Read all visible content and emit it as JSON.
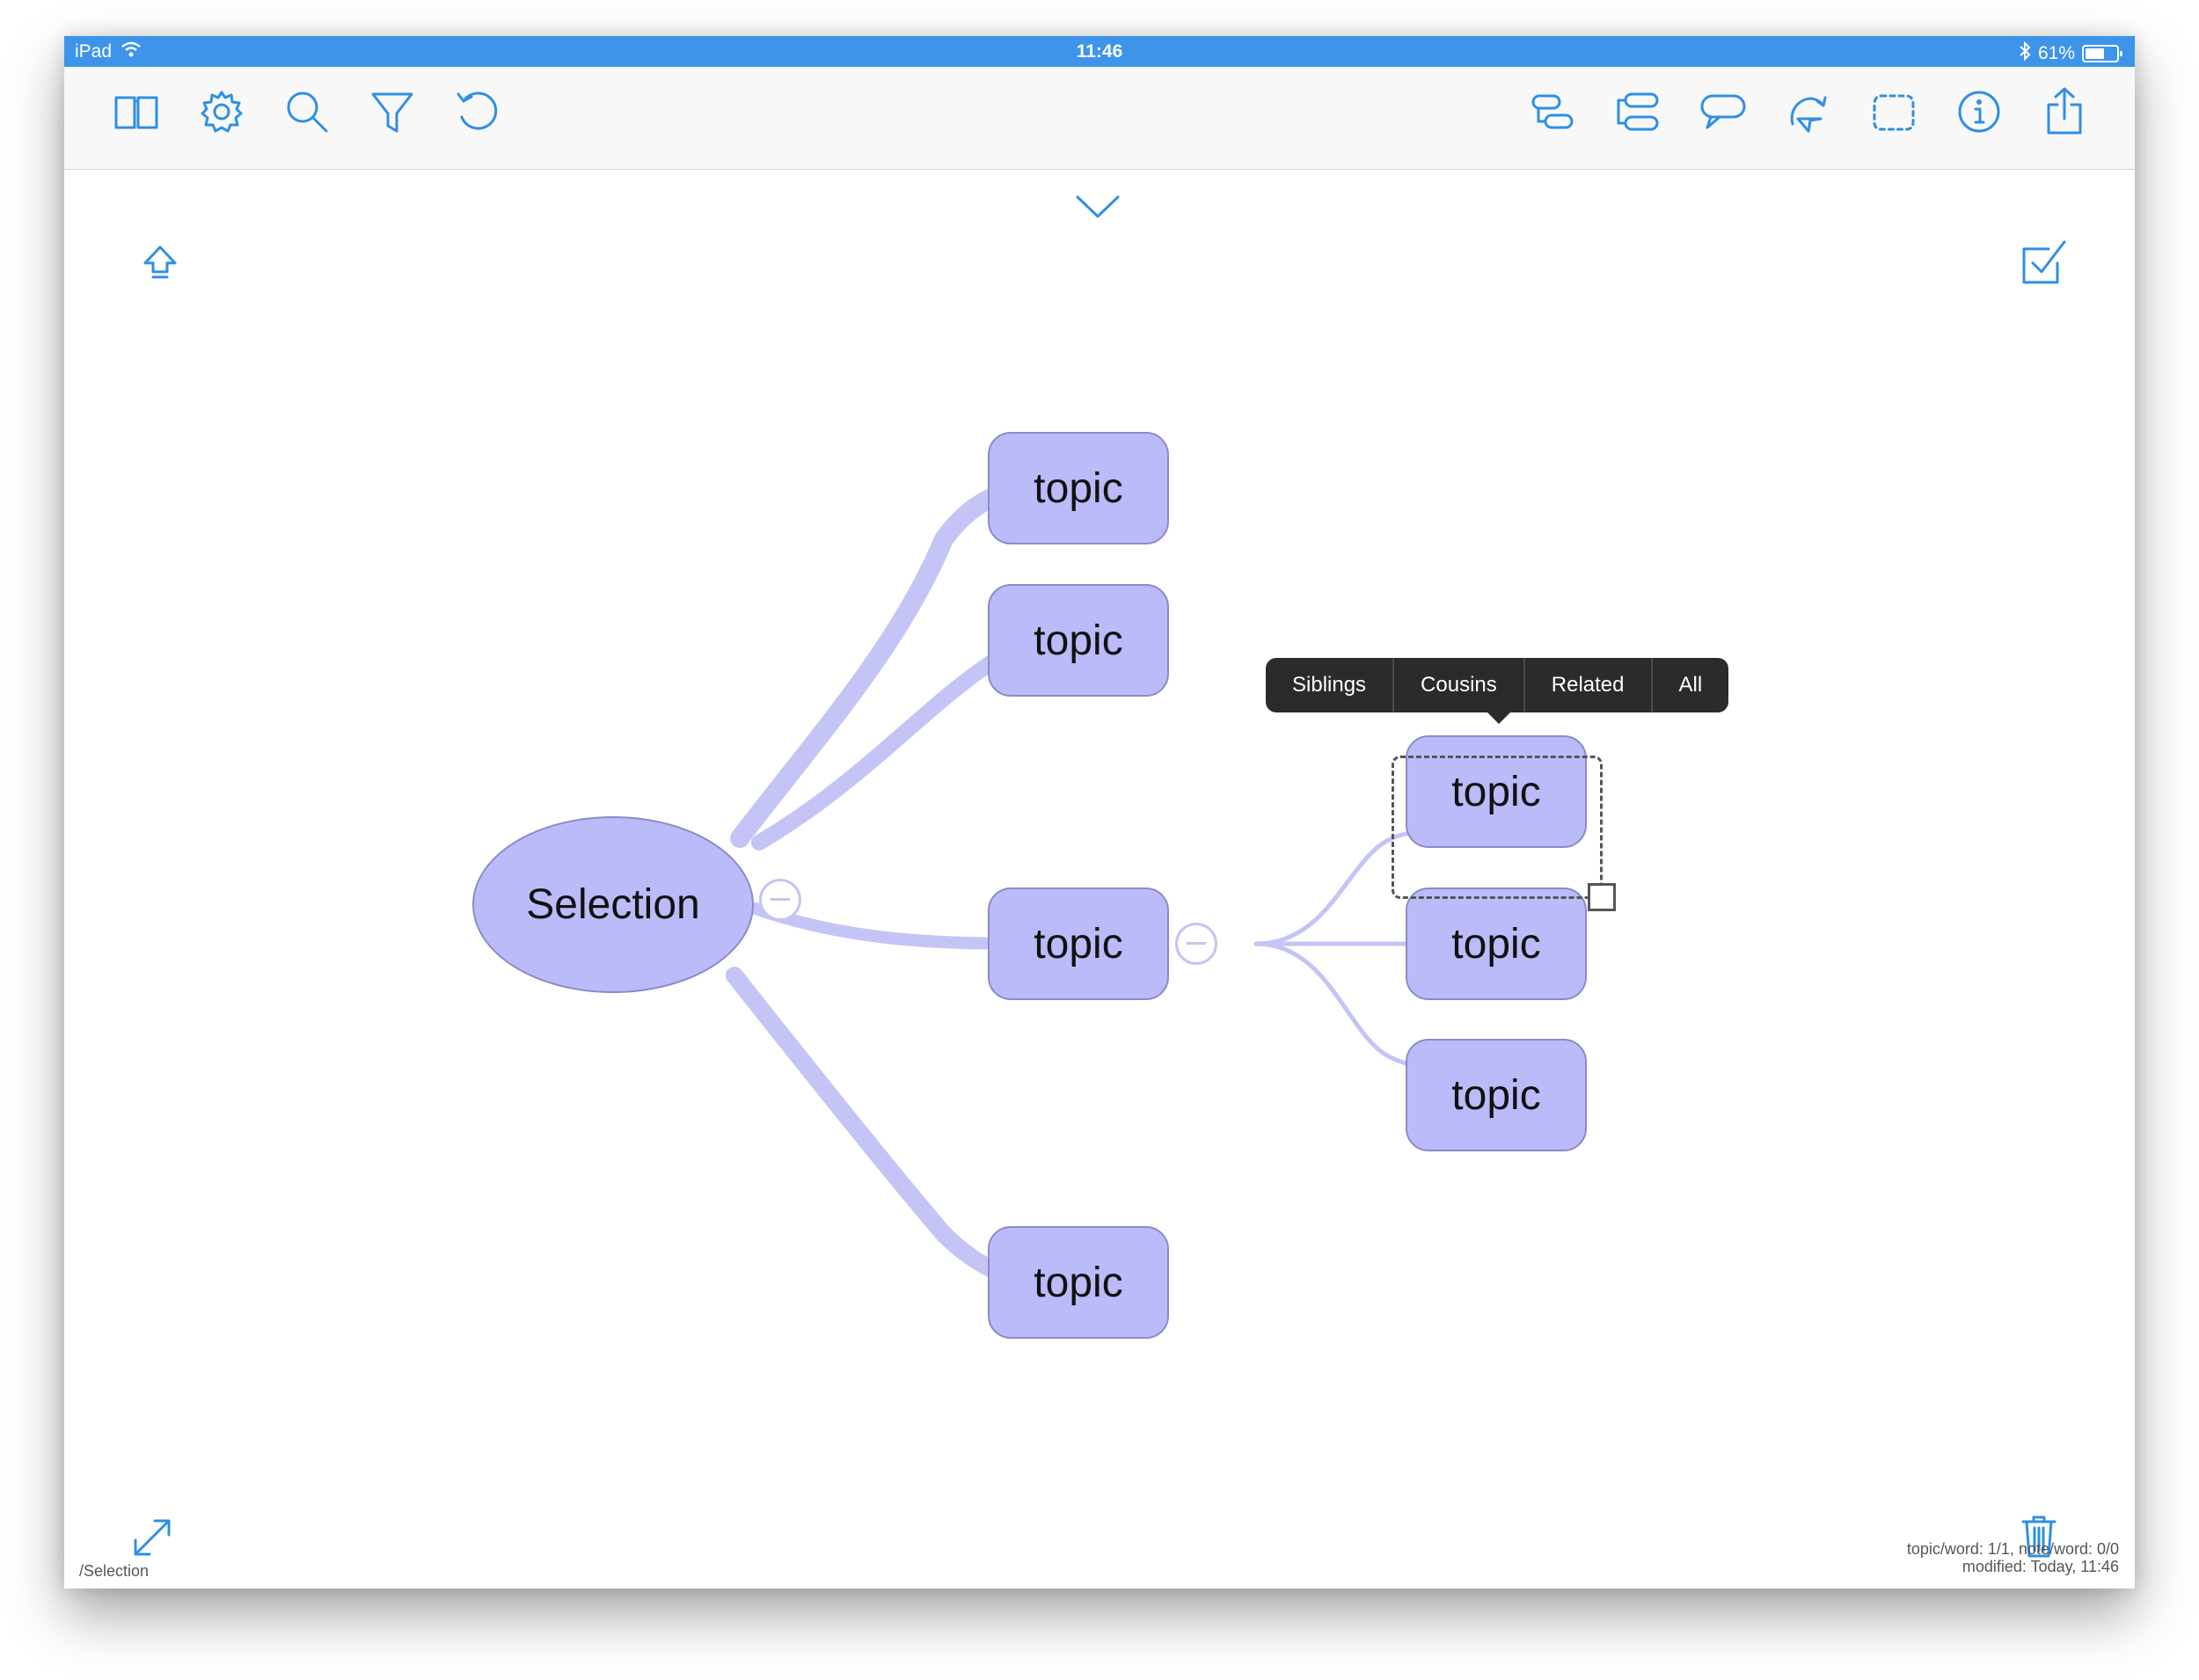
{
  "status_bar": {
    "device": "iPad",
    "time": "11:46",
    "battery": "61%",
    "battery_level": 0.61
  },
  "toolbar": {
    "left_icons": [
      "book-icon",
      "gear-icon",
      "search-icon",
      "filter-icon",
      "undo-icon"
    ],
    "right_icons": [
      "add-sibling-icon",
      "add-child-icon",
      "callout-icon",
      "relationship-icon",
      "boundary-icon",
      "info-icon",
      "share-icon"
    ]
  },
  "canvas": {
    "central_topic": "Selection",
    "branches": [
      {
        "label": "topic"
      },
      {
        "label": "topic"
      },
      {
        "label": "topic",
        "children": [
          "topic",
          "topic",
          "topic"
        ]
      },
      {
        "label": "topic"
      }
    ]
  },
  "context_menu": {
    "items": [
      "Siblings",
      "Cousins",
      "Related",
      "All"
    ]
  },
  "footer": {
    "path": "/Selection",
    "stats_line1": "topic/word: 1/1, note/word: 0/0",
    "stats_line2": "modified: Today, 11:46"
  },
  "colors": {
    "accent": "#2f8fe4",
    "status_bar": "#3d94ea",
    "topic_fill": "#bbbbfa",
    "topic_border": "#8b8bc6",
    "connector": "#c4c4f6",
    "menu_bg": "#2b2b2b"
  }
}
